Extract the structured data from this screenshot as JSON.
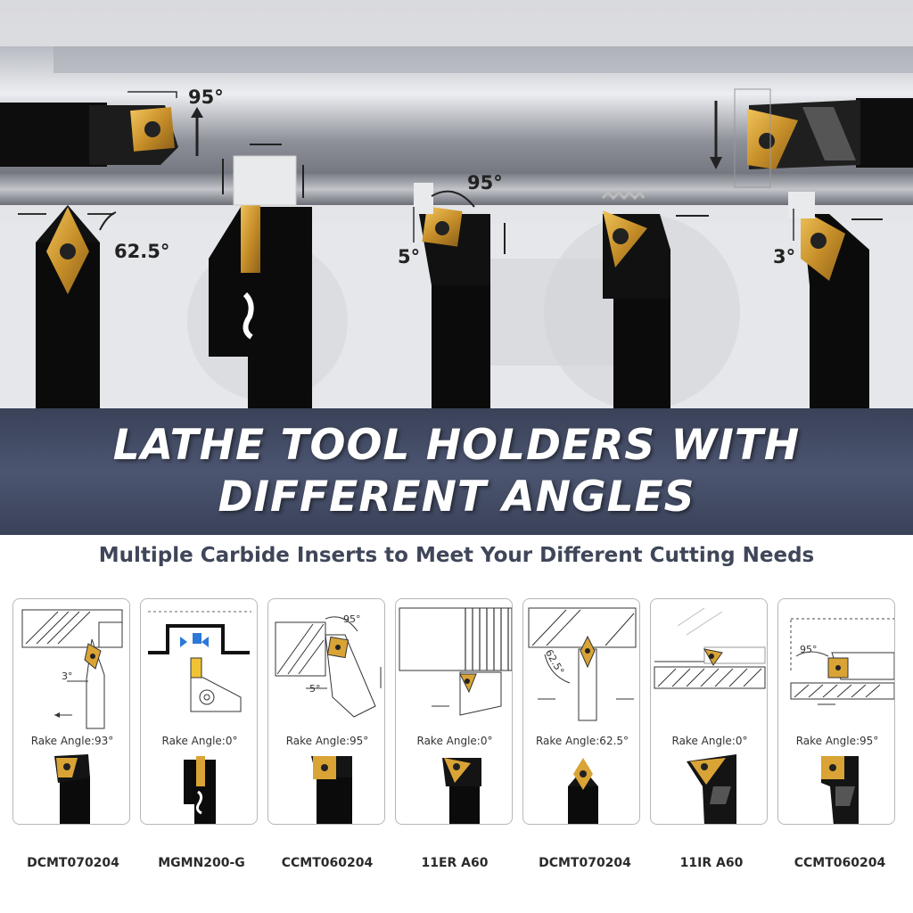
{
  "hero": {
    "angles": [
      "95°",
      "62.5°",
      "95°",
      "5°",
      "3°"
    ]
  },
  "banner": {
    "title_line1": "LATHE TOOL HOLDERS WITH",
    "title_line2": "DIFFERENT ANGLES"
  },
  "subtitle": "Multiple Carbide Inserts to Meet Your Different Cutting Needs",
  "cards": [
    {
      "rake": "Rake Angle:93°",
      "model": "DCMT070204",
      "diagram_angle": "3°"
    },
    {
      "rake": "Rake Angle:0°",
      "model": "MGMN200-G",
      "diagram_angle": ""
    },
    {
      "rake": "Rake Angle:95°",
      "model": "CCMT060204",
      "diagram_angle": "95°",
      "diagram_angle2": "5°"
    },
    {
      "rake": "Rake Angle:0°",
      "model": "11ER A60",
      "diagram_angle": ""
    },
    {
      "rake": "Rake Angle:62.5°",
      "model": "DCMT070204",
      "diagram_angle": "62.5°"
    },
    {
      "rake": "Rake Angle:0°",
      "model": "11IR A60",
      "diagram_angle": ""
    },
    {
      "rake": "Rake Angle:95°",
      "model": "CCMT060204",
      "diagram_angle": "95°"
    }
  ],
  "colors": {
    "banner": "#424a63",
    "insert_gold": "#c9962e",
    "holder_black": "#0b0b0b",
    "subtitle": "#3f4659"
  }
}
